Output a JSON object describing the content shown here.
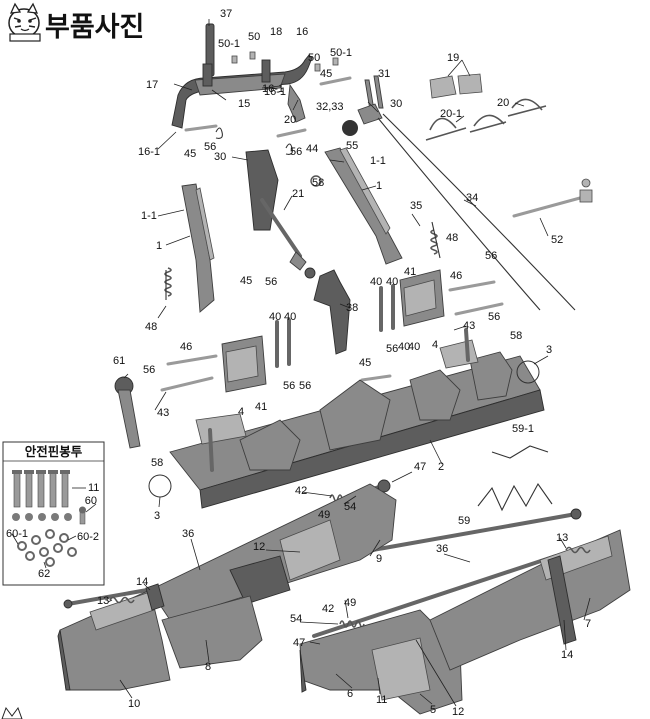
{
  "header": {
    "title": "부품사진"
  },
  "kit": {
    "title": "안전핀봉투",
    "labels": [
      "11",
      "60",
      "60-1",
      "60-2",
      "62"
    ]
  },
  "callouts": [
    "37",
    "50-1",
    "50",
    "18",
    "16",
    "50",
    "50-1",
    "17",
    "15",
    "16-1",
    "45",
    "31",
    "16-1",
    "20",
    "32,33",
    "30",
    "19",
    "20-1",
    "20",
    "45",
    "56",
    "16-1",
    "55",
    "30",
    "56",
    "44",
    "58",
    "1-1",
    "35",
    "34",
    "1-1",
    "21",
    "1",
    "1",
    "52",
    "48",
    "45",
    "56",
    "48",
    "46",
    "56",
    "40",
    "40",
    "41",
    "40",
    "40",
    "38",
    "46",
    "61",
    "56",
    "43",
    "58",
    "56",
    "56",
    "4",
    "3",
    "40",
    "40",
    "43",
    "45",
    "56",
    "56",
    "41",
    "4",
    "2",
    "58",
    "59-1",
    "47",
    "42",
    "54",
    "49",
    "3",
    "11",
    "60",
    "59",
    "36",
    "12",
    "9",
    "60-1",
    "60-2",
    "62",
    "36",
    "13",
    "14",
    "13",
    "49",
    "42",
    "54",
    "7",
    "14",
    "47",
    "8",
    "6",
    "11",
    "12",
    "10",
    "5"
  ],
  "colors": {
    "metal": "#8a8a8a",
    "ink": "#111111",
    "background": "#ffffff"
  }
}
